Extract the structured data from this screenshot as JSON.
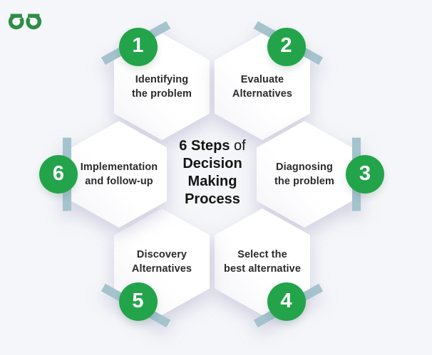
{
  "colors": {
    "background": "#f5f6f9",
    "hexagon_fill": "#ffffff",
    "accent_blue": "#a4c3cd",
    "step_green": "#23a44a",
    "brand_green": "#2f8d46",
    "title_text": "#141414",
    "label_text": "#2b2b2b"
  },
  "icons": {
    "logo": "geeksforgeeks-logo"
  },
  "title": {
    "line1_bold": "6 Steps",
    "line1_regular": " of",
    "line2": "Decision",
    "line3": "Making",
    "line4": "Process"
  },
  "steps": [
    {
      "number": "1",
      "label": "Identifying\nthe problem"
    },
    {
      "number": "2",
      "label": "Evaluate\nAlternatives"
    },
    {
      "number": "3",
      "label": "Diagnosing\nthe problem"
    },
    {
      "number": "4",
      "label": "Select the\nbest alternative"
    },
    {
      "number": "5",
      "label": "Discovery\nAlternatives"
    },
    {
      "number": "6",
      "label": "Implementation\nand follow-up"
    }
  ]
}
